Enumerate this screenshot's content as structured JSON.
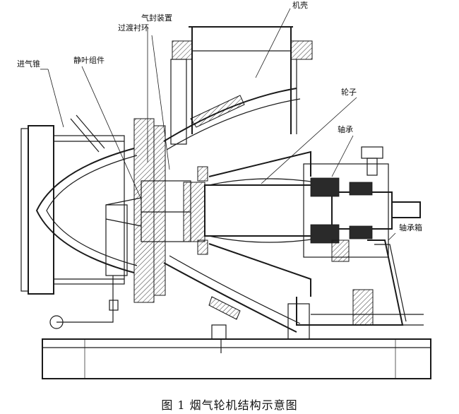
{
  "labels": {
    "housing": "机壳",
    "gas_seal": "气封装置",
    "transition_liner": "过渡衬环",
    "inlet_cone": "进气锥",
    "stator_vane_assembly": "静叶组件",
    "wheel": "轮子",
    "bearing": "轴承",
    "bearing_box": "轴承箱"
  },
  "caption": "图 1 烟气轮机结构示意图"
}
